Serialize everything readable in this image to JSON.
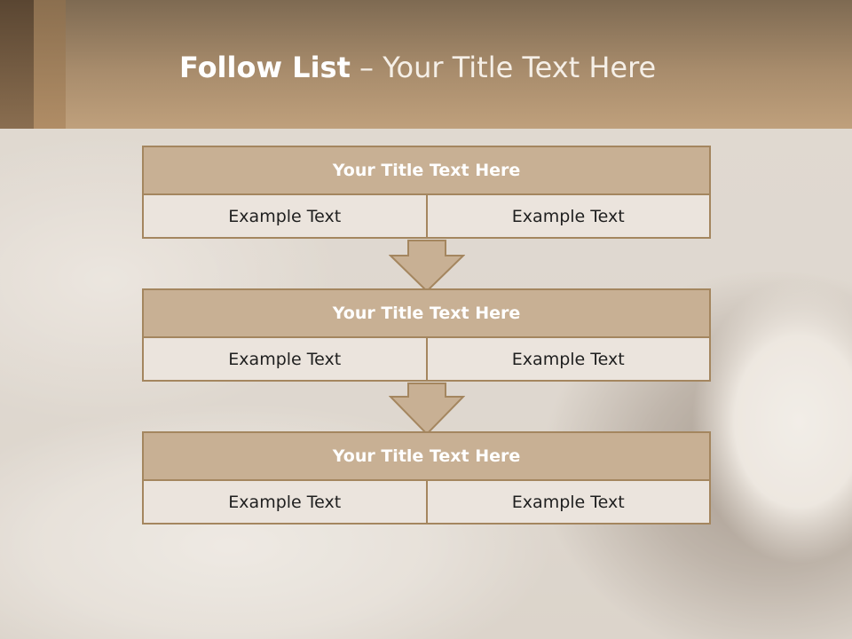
{
  "slide": {
    "title_strong": "Follow List",
    "title_rest": "– Your Title Text Here"
  },
  "blocks": [
    {
      "title": "Your Title Text Here",
      "left": "Example Text",
      "right": "Example Text"
    },
    {
      "title": "Your Title Text Here",
      "left": "Example Text",
      "right": "Example Text"
    },
    {
      "title": "Your Title Text Here",
      "left": "Example Text",
      "right": "Example Text"
    }
  ],
  "colors": {
    "header_brown": "#a88c6c",
    "box_title_fill": "#c8b094",
    "box_border": "#a4865f",
    "cell_fill": "#ebe4dd",
    "arrow_fill": "#c8b094"
  }
}
